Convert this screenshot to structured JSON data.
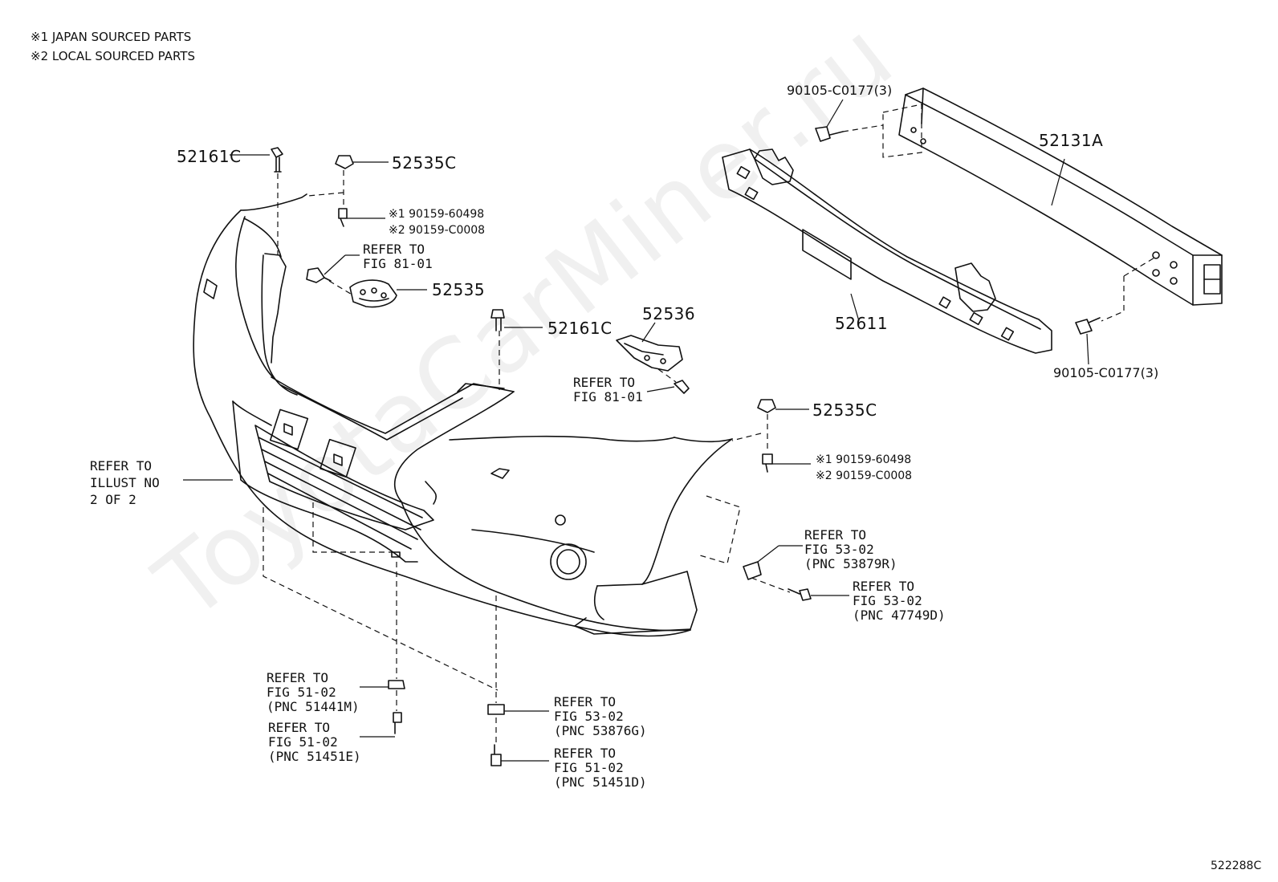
{
  "notes": {
    "line1": "※1 JAPAN SOURCED PARTS",
    "line2": "※2 LOCAL SOURCED PARTS"
  },
  "watermark": "ToyotaCarMiner.ru",
  "illustration_code": "522288C",
  "labels": {
    "p52161c_a": "52161C",
    "p52535c_a": "52535C",
    "p90159_a1": "※1 90159-60498",
    "p90159_a2": "※2 90159-C0008",
    "refer_a": "REFER TO\nFIG 81-01",
    "p52535": "52535",
    "p52161c_b": "52161C",
    "p52536": "52536",
    "refer_b": "REFER TO\nFIG 81-01",
    "p52535c_b": "52535C",
    "p90159_b1": "※1 90159-60498",
    "p90159_b2": "※2 90159-C0008",
    "refer_illust": "REFER TO\nILLUST NO\n2 OF 2",
    "refer_53879r": "REFER TO\nFIG 53-02\n(PNC 53879R)",
    "refer_47749d": "REFER TO\nFIG 53-02\n(PNC 47749D)",
    "refer_51441m": "REFER TO\nFIG 51-02\n(PNC 51441M)",
    "refer_51451e": "REFER TO\nFIG 51-02\n(PNC 51451E)",
    "refer_53876g": "REFER TO\nFIG 53-02\n(PNC 53876G)",
    "refer_51451d": "REFER TO\nFIG 51-02\n(PNC 51451D)",
    "bolt_top": "90105-C0177(3)",
    "p52131a": "52131A",
    "p52611": "52611",
    "bolt_bottom": "90105-C0177(3)"
  }
}
